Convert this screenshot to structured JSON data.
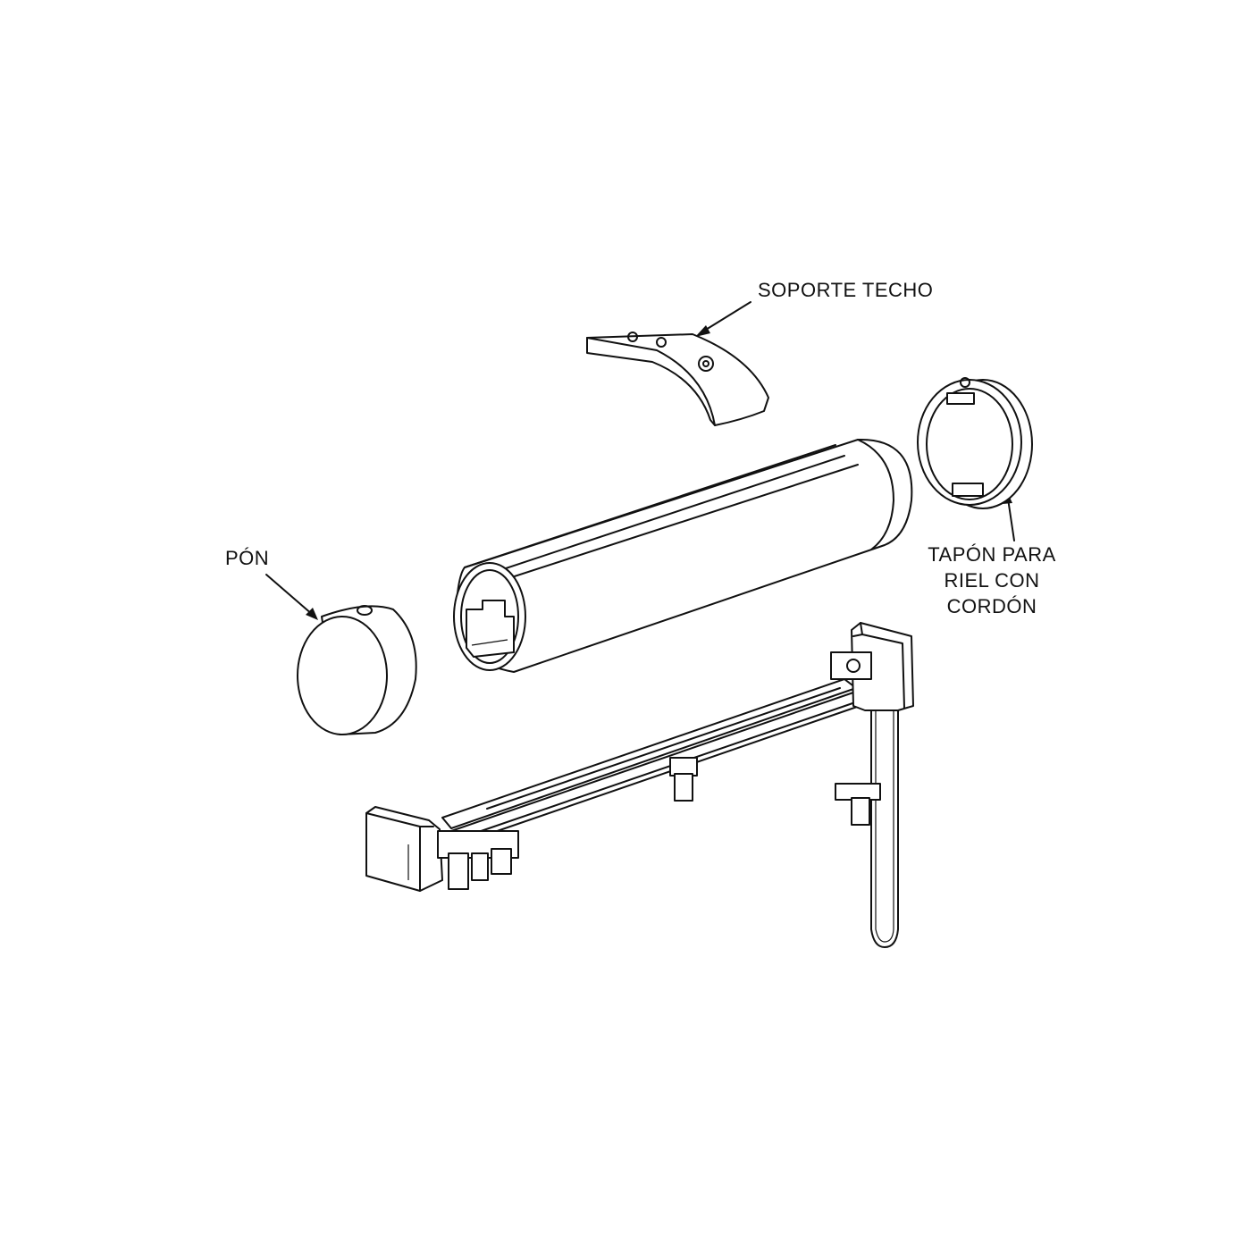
{
  "labels": {
    "ceiling_bracket": "SOPORTE TECHO",
    "end_cap": "PÓN",
    "cord_end_cap_line1": "TAPÓN PARA",
    "cord_end_cap_line2": "RIEL CON",
    "cord_end_cap_line3": "CORDÓN"
  },
  "colors": {
    "line": "#111111",
    "background": "#ffffff"
  }
}
